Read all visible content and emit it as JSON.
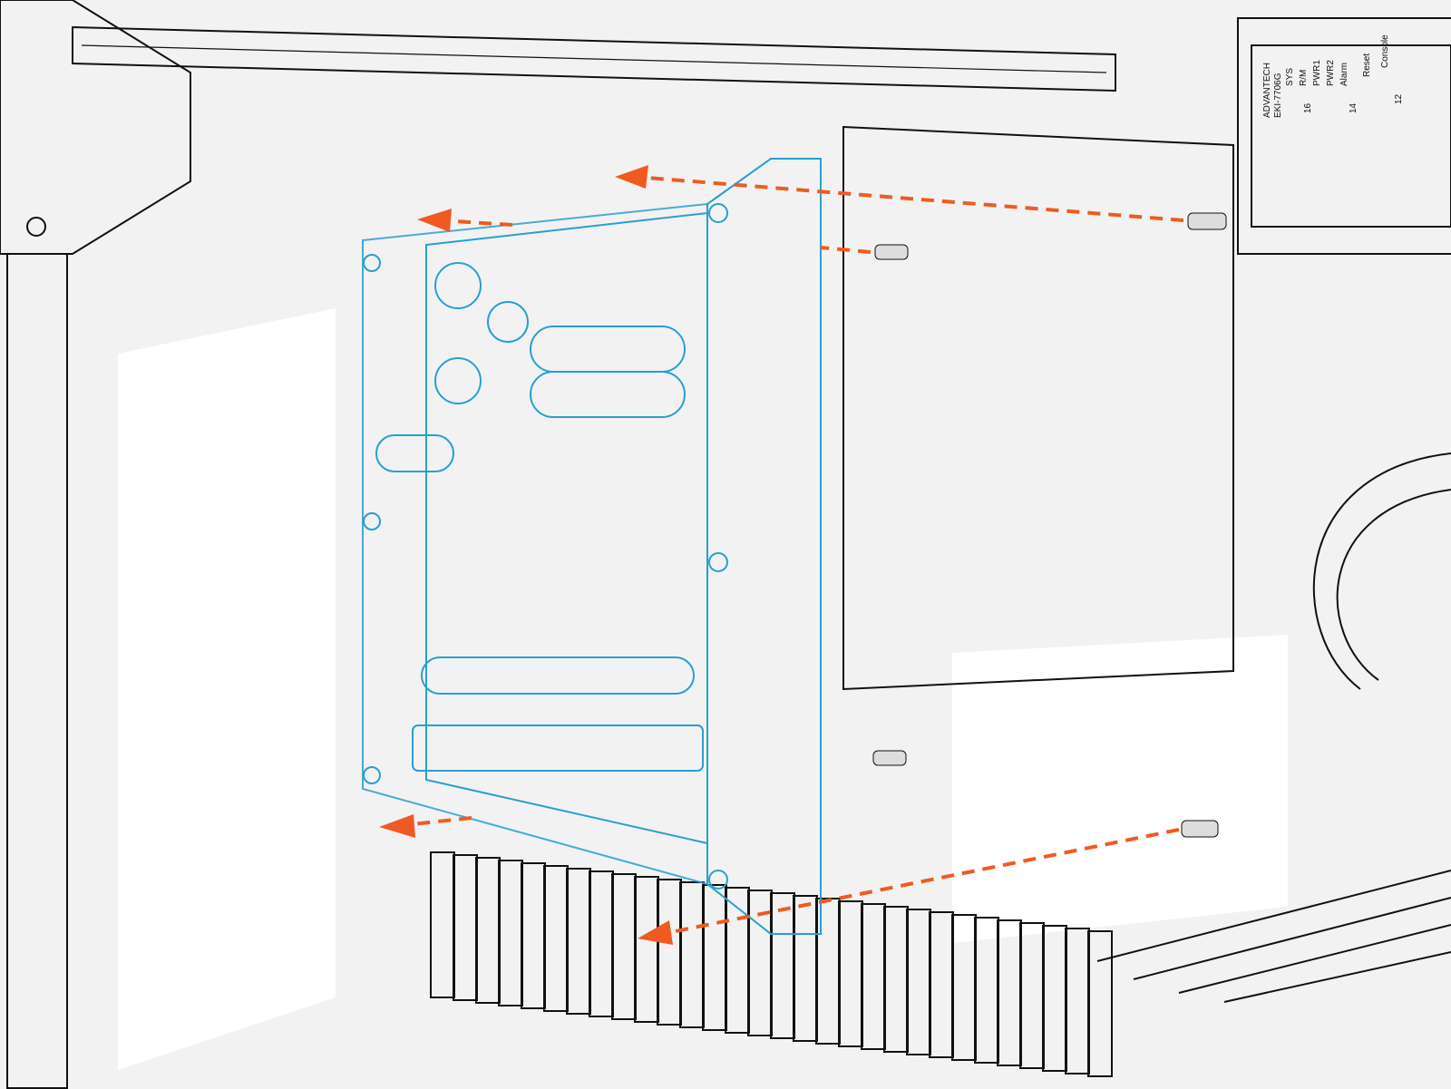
{
  "switch_labels": {
    "brand": "ADVANTECH",
    "model": "EKI-7706G",
    "leds": [
      "SYS",
      "R/M",
      "PWR1",
      "PWR2",
      "Alarm"
    ],
    "reset": "Reset",
    "console": "Console",
    "port_numbers": [
      "16",
      "14",
      "12"
    ]
  },
  "colors": {
    "highlight": "#2a9fd0",
    "panel_fill": "#d6e8f1",
    "arrow": "#f05a22",
    "background": "#f2f2f2"
  }
}
